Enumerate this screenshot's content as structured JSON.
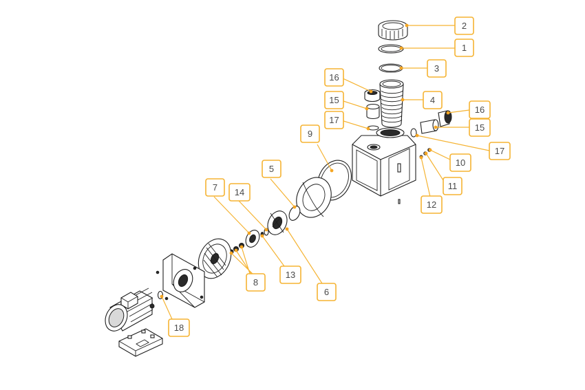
{
  "diagram": {
    "accent_color": "#f5b332",
    "part_color": "#1e1e1e",
    "labels": [
      {
        "id": "2",
        "text": "2"
      },
      {
        "id": "1",
        "text": "1"
      },
      {
        "id": "3",
        "text": "3"
      },
      {
        "id": "16a",
        "text": "16"
      },
      {
        "id": "4",
        "text": "4"
      },
      {
        "id": "15a",
        "text": "15"
      },
      {
        "id": "16b",
        "text": "16"
      },
      {
        "id": "17a",
        "text": "17"
      },
      {
        "id": "9",
        "text": "9"
      },
      {
        "id": "15b",
        "text": "15"
      },
      {
        "id": "17b",
        "text": "17"
      },
      {
        "id": "10",
        "text": "10"
      },
      {
        "id": "5",
        "text": "5"
      },
      {
        "id": "11",
        "text": "11"
      },
      {
        "id": "7",
        "text": "7"
      },
      {
        "id": "14",
        "text": "14"
      },
      {
        "id": "12",
        "text": "12"
      },
      {
        "id": "13",
        "text": "13"
      },
      {
        "id": "8",
        "text": "8"
      },
      {
        "id": "6",
        "text": "6"
      },
      {
        "id": "18",
        "text": "18"
      }
    ]
  }
}
